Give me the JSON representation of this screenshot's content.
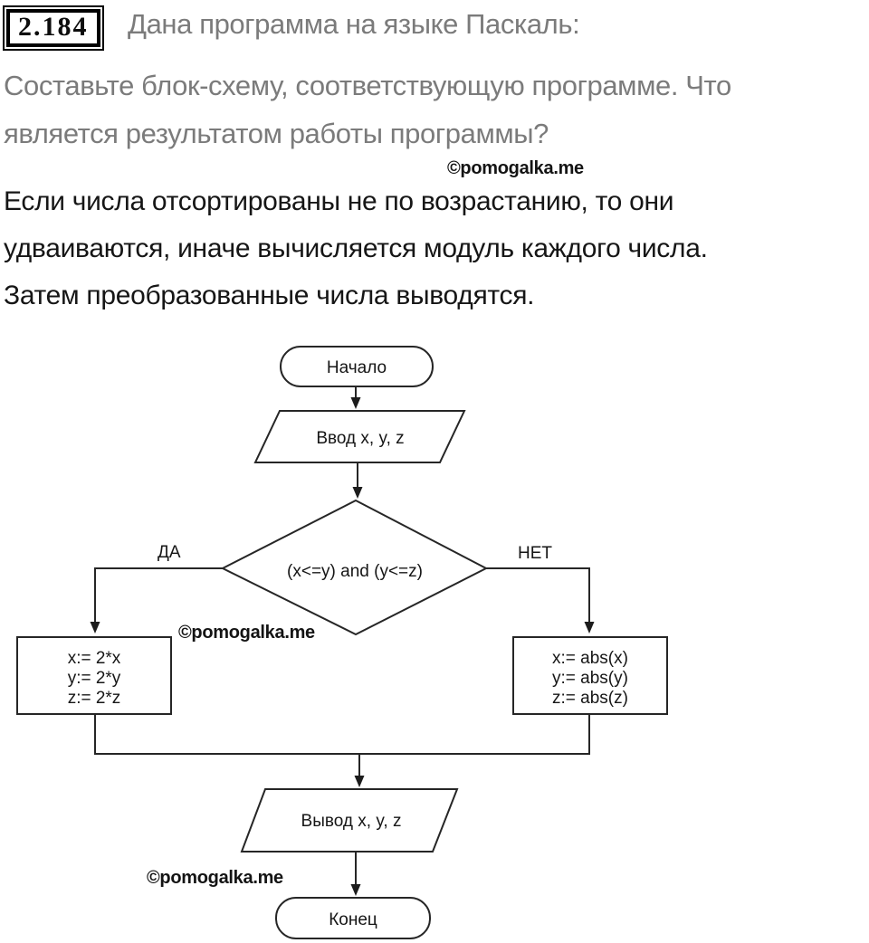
{
  "header": {
    "task_number": "2.184",
    "intro": "Дана программа на языке Паскаль:",
    "question_lines": [
      "Составьте блок-схему, соответствующую программе. Что",
      "является результатом работы программы?"
    ]
  },
  "answer_lines": [
    "Если числа отсортированы не по возрастанию, то они",
    "удваиваются, иначе вычисляется модуль каждого числа.",
    "Затем преобразованные числа выводятся."
  ],
  "watermark_text": "©pomogalka.me",
  "flowchart": {
    "start_label": "Начало",
    "input_label": "Ввод x, y, z",
    "condition_label": "(x<=y) and (y<=z)",
    "branch_yes": "ДА",
    "branch_no": "НЕТ",
    "process_yes": {
      "lines": [
        "x:= 2*x",
        "y:= 2*y",
        "z:= 2*z"
      ]
    },
    "process_no": {
      "lines": [
        "x:= abs(x)",
        "y:= abs(y)",
        "z:= abs(z)"
      ]
    },
    "output_label": "Вывод x, y, z",
    "end_label": "Конец"
  },
  "colors": {
    "text_gray": "#7b7b7b",
    "text_black": "#161616",
    "line_color": "#262626"
  }
}
